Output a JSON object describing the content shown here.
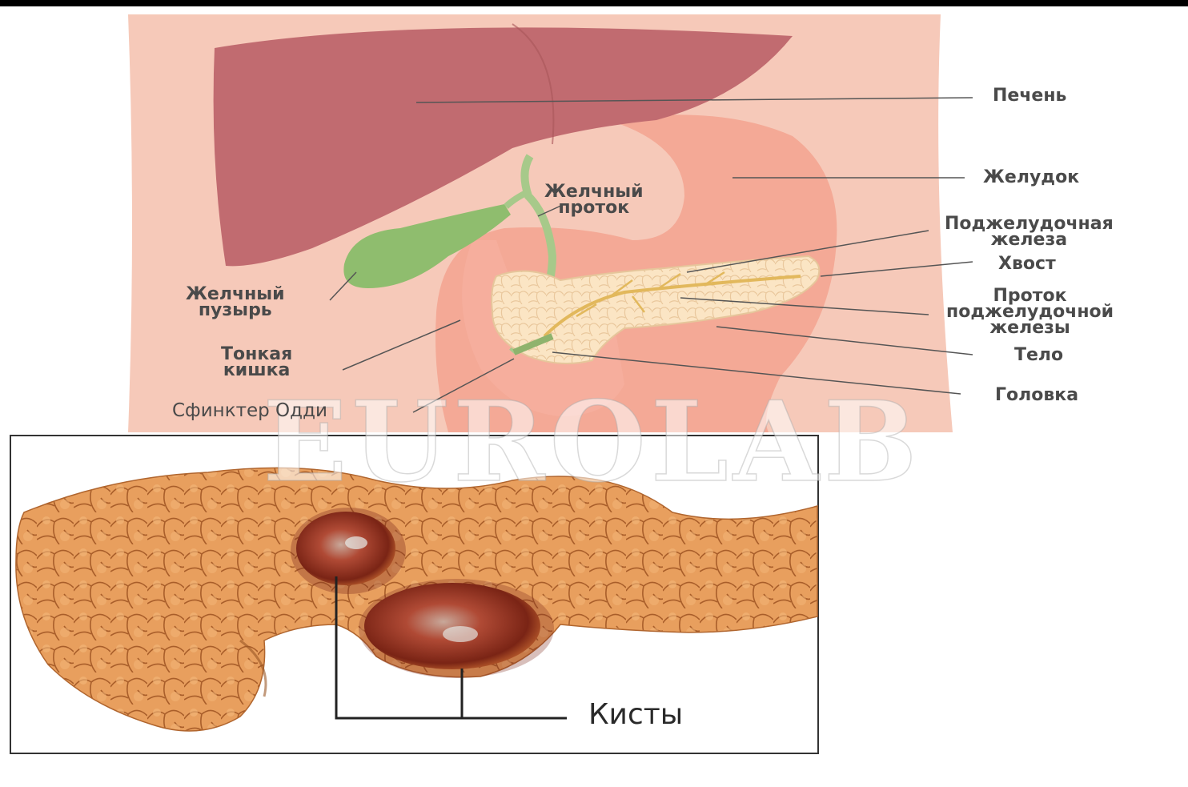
{
  "anatomy_labels": {
    "liver": "Печень",
    "stomach": "Желудок",
    "bile_duct": [
      "Желчный",
      "проток"
    ],
    "pancreas": [
      "Поджелудочная",
      "железа"
    ],
    "tail": "Хвост",
    "pancreatic_duct": [
      "Проток",
      "поджелудочной",
      "железы"
    ],
    "body": "Тело",
    "head": "Головка",
    "gallbladder": [
      "Желчный",
      "пузырь"
    ],
    "small_intestine": [
      "Тонкая",
      "кишка"
    ],
    "sphincter_oddi": "Сфинктер Одди"
  },
  "inset": {
    "cysts_label": "Кисты"
  },
  "watermark": "EUROLAB",
  "colors": {
    "torso": "#f6c8b8",
    "liver": "#c0696e",
    "stomach": "#f7a998",
    "gallbladder": "#8fbd6e",
    "pancreas": "#fbe3c0",
    "pancreas_photo": "#e59a55",
    "cyst": "#8e2f20",
    "leader": "#555555",
    "frame": "#333333"
  }
}
